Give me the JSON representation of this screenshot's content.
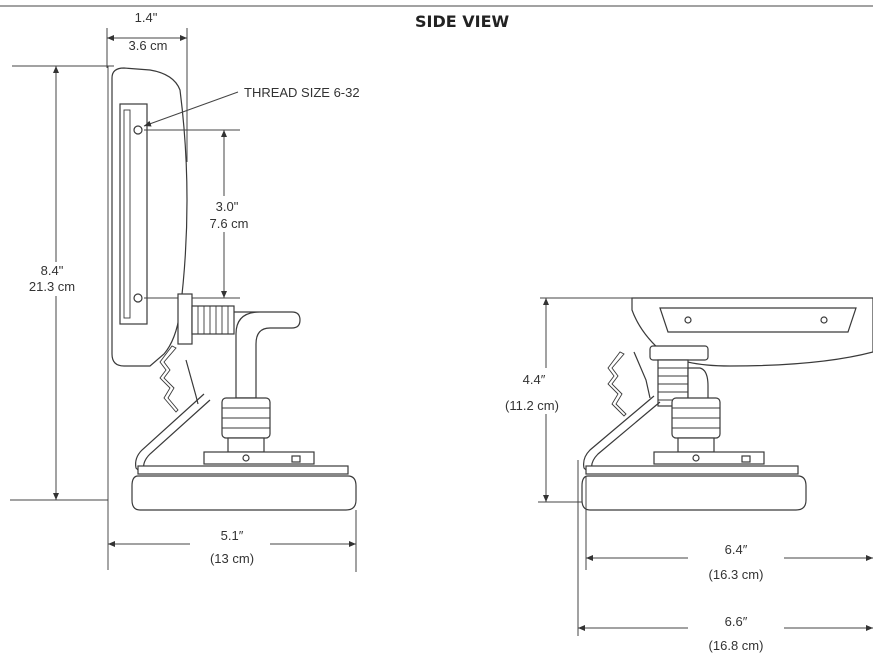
{
  "title": "SIDE VIEW",
  "left_view": {
    "depth": {
      "in": "1.4\"",
      "cm": "3.6 cm"
    },
    "thread_note": "THREAD SIZE 6-32",
    "hole_spacing": {
      "in": "3.0\"",
      "cm": "7.6 cm"
    },
    "height": {
      "in": "8.4\"",
      "cm": "21.3 cm"
    },
    "base_width": {
      "in": "5.1″",
      "cm": "(13 cm)"
    }
  },
  "right_view": {
    "height": {
      "in": "4.4″",
      "cm": "(11.2 cm)"
    },
    "width_a": {
      "in": "6.4″",
      "cm": "(16.3 cm)"
    },
    "width_b": {
      "in": "6.6″",
      "cm": "(16.8 cm)"
    }
  }
}
